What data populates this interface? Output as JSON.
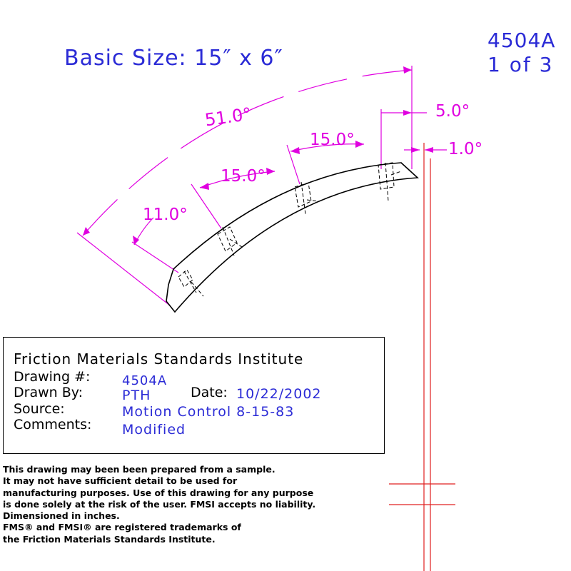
{
  "header": {
    "drawing_number": "4504A",
    "sheet": "1 of 3",
    "basic_size": "Basic Size: 15″ x 6″"
  },
  "dimensions": {
    "total_angle": "51.0°",
    "angle_a": "11.0°",
    "angle_b": "15.0°",
    "angle_c": "15.0°",
    "offset_a": "5.0°",
    "offset_b": "1.0°"
  },
  "title_block": {
    "organization": "Friction Materials Standards Institute",
    "drawing_label": "Drawing #:",
    "drawing_value": "4504A",
    "drawn_by_label": "Drawn By:",
    "drawn_by_value": "PTH",
    "date_label": "Date:",
    "date_value": "10/22/2002",
    "source_label": "Source:",
    "source_value": "Motion Control 8-15-83",
    "comments_label": "Comments:",
    "comments_value": "Modified"
  },
  "disclaimer": [
    "This drawing may been been prepared from a sample.",
    "It may not have sufficient detail to be used for",
    "manufacturing purposes.  Use of this drawing for any purpose",
    "is done solely at the risk of the user. FMSI accepts no liability.",
    "Dimensioned in inches.",
    "FMS® and FMSI® are registered trademarks of",
    "the Friction Materials Standards Institute."
  ],
  "colors": {
    "dimension": "#e000e0",
    "text_blue": "#2b2bd6",
    "centerline": "#e02020",
    "outline": "#000000"
  }
}
